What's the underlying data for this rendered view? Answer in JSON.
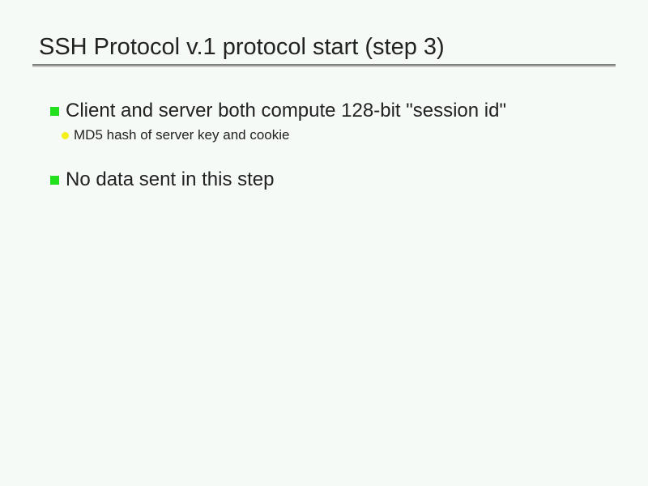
{
  "slide": {
    "title": "SSH Protocol v.1 protocol start (step 3)",
    "bullets": [
      {
        "text": "Client and server both compute 128-bit \"session id\"",
        "sub": [
          "MD5 hash of server key and cookie"
        ]
      },
      {
        "text": "No data sent in this step",
        "sub": []
      }
    ]
  },
  "colors": {
    "background": "#f6faf7",
    "level1_bullet": "#22e01d",
    "level2_bullet": "#f3f01a",
    "rule": "#7f7f7f",
    "text": "#222222"
  },
  "icons": {
    "level1_bullet": "green-square-bullet-icon",
    "level2_bullet": "yellow-dot-bullet-icon"
  }
}
